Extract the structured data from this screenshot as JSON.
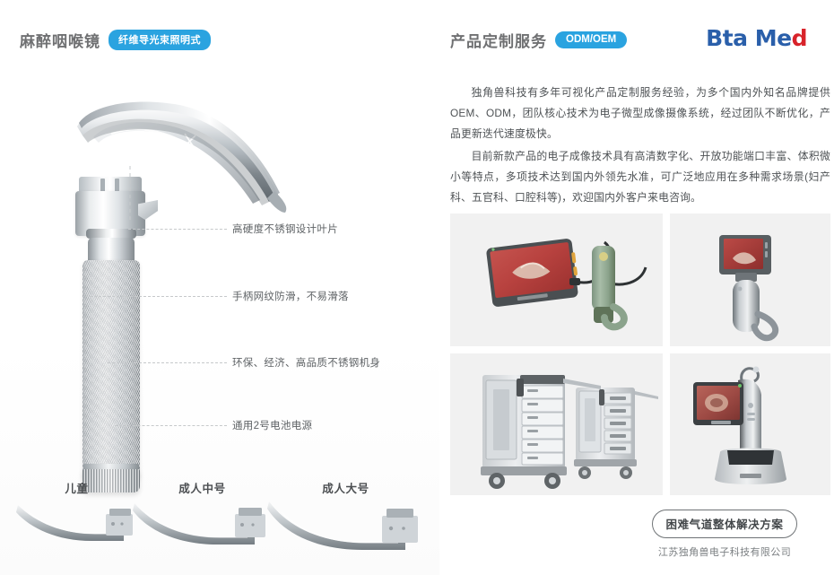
{
  "left": {
    "title": "麻醉咽喉镜",
    "badge": "纤维导光束照明式",
    "callouts": [
      {
        "label": "高硬度不锈钢设计叶片"
      },
      {
        "label": "手柄网纹防滑，不易滑落"
      },
      {
        "label": "环保、经济、高品质不锈钢机身"
      },
      {
        "label": "通用2号电池电源"
      }
    ],
    "sizes": [
      {
        "label": "儿童"
      },
      {
        "label": "成人中号"
      },
      {
        "label": "成人大号"
      }
    ],
    "product_image": "laryngoscope-handle-with-curved-blade"
  },
  "right": {
    "title": "产品定制服务",
    "badge": "ODM/OEM",
    "logo": {
      "primary": "Bta Me",
      "accent": "d"
    },
    "paragraphs": [
      "独角兽科技有多年可视化产品定制服务经验，为多个国内外知名品牌提供OEM、ODM，团队核心技术为电子微型成像摄像系统，经过团队不断优化，产品更新迭代速度极快。",
      "目前新款产品的电子成像技术具有高清数字化、开放功能端口丰富、体积微小等特点，多项技术达到国内外领先水准，可广泛地应用在多种需求场景(妇产科、五官科、口腔科等)，欢迎国内外客户来电咨询。"
    ],
    "gallery": [
      {
        "caption": "tablet-monitor-with-green-handheld-video-laryngoscope"
      },
      {
        "caption": "compact-video-laryngoscope-with-screen"
      },
      {
        "caption": "two-medical-storage-carts-with-drawers"
      },
      {
        "caption": "video-laryngoscope-on-charging-dock"
      }
    ],
    "footer": {
      "badge": "困难气道整体解决方案",
      "company": "江苏独角兽电子科技有限公司"
    }
  },
  "colors": {
    "badge_blue": "#2aa3e0",
    "logo_blue": "#2a5faa",
    "logo_red": "#d8232a",
    "title_gray": "#6f7072",
    "body_gray": "#4e5255",
    "panel_bg": "#f1f1f1"
  }
}
